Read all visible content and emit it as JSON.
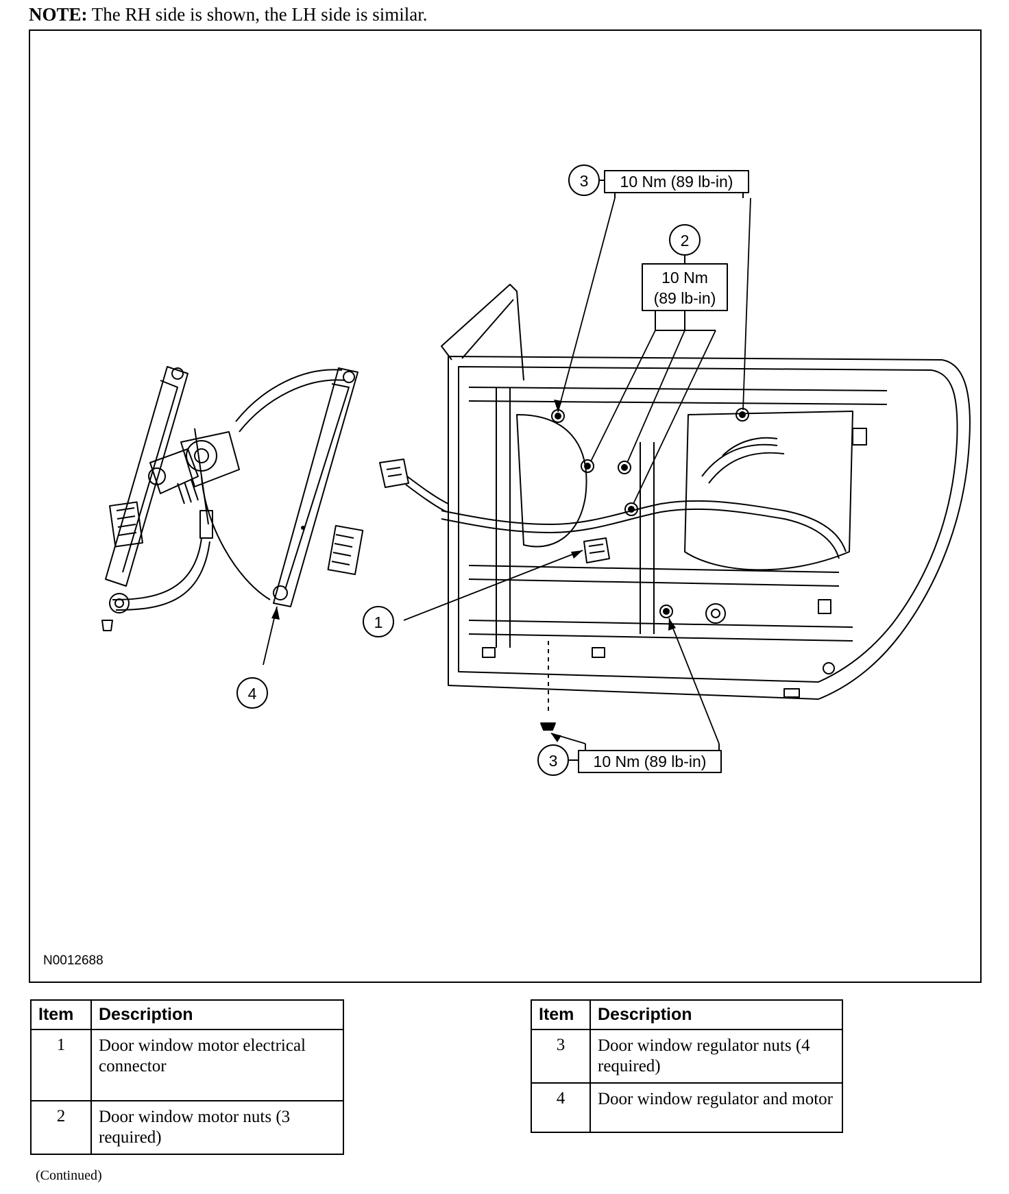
{
  "note": {
    "label": "NOTE:",
    "text": " The RH side is shown, the LH side is similar."
  },
  "figure": {
    "id": "N0012688",
    "callouts": [
      {
        "num": "3",
        "torque": "10 Nm (89 lb-in)"
      },
      {
        "num": "2",
        "torque_line1": "10 Nm",
        "torque_line2": "(89 lb-in)"
      },
      {
        "num": "1"
      },
      {
        "num": "4"
      },
      {
        "num": "3",
        "torque": "10 Nm (89 lb-in)"
      }
    ]
  },
  "tables": [
    {
      "headers": [
        "Item",
        "Description"
      ],
      "rows": [
        {
          "item": "1",
          "description": "Door window motor electrical connector"
        },
        {
          "item": "2",
          "description": "Door window motor nuts (3 required)"
        }
      ]
    },
    {
      "headers": [
        "Item",
        "Description"
      ],
      "rows": [
        {
          "item": "3",
          "description": "Door window regulator nuts (4 required)"
        },
        {
          "item": "4",
          "description": "Door window regulator and motor"
        }
      ]
    }
  ],
  "continued": "(Continued)"
}
